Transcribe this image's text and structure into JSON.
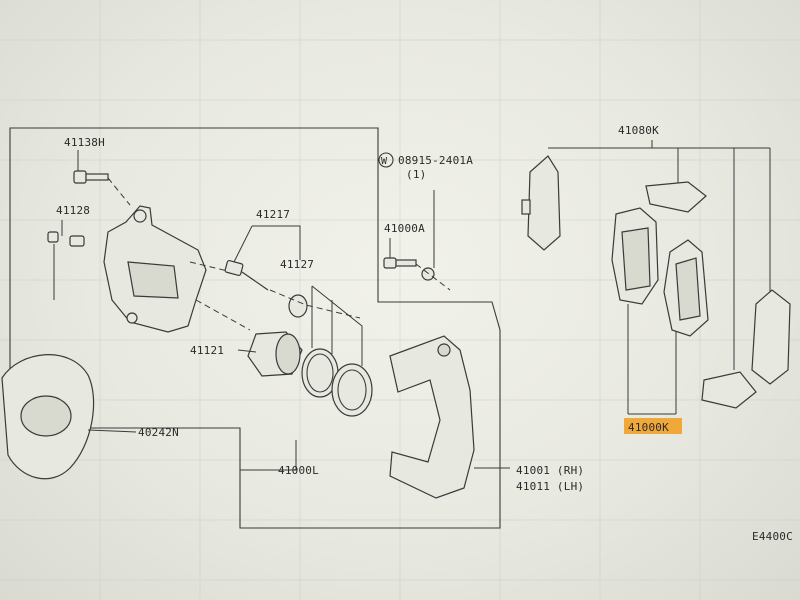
{
  "labels": {
    "p41138h": "41138H",
    "p41128": "41128",
    "p41217": "41217",
    "p41127": "41127",
    "p41121": "41121",
    "p40242n": "40242N",
    "p41000l": "41000L",
    "p08915_line1": "08915-2401A",
    "p08915_line2": "(1)",
    "washer_symbol": "W",
    "p41000a": "41000A",
    "p41080k": "41080K",
    "p41000k": "41000K",
    "p41001": "41001 (RH)",
    "p41011": "41011 (LH)",
    "figure_code": "E4400C"
  },
  "colors": {
    "highlight": "#f0a432",
    "ink": "#3a3a3a",
    "screen": "#ecede4"
  }
}
